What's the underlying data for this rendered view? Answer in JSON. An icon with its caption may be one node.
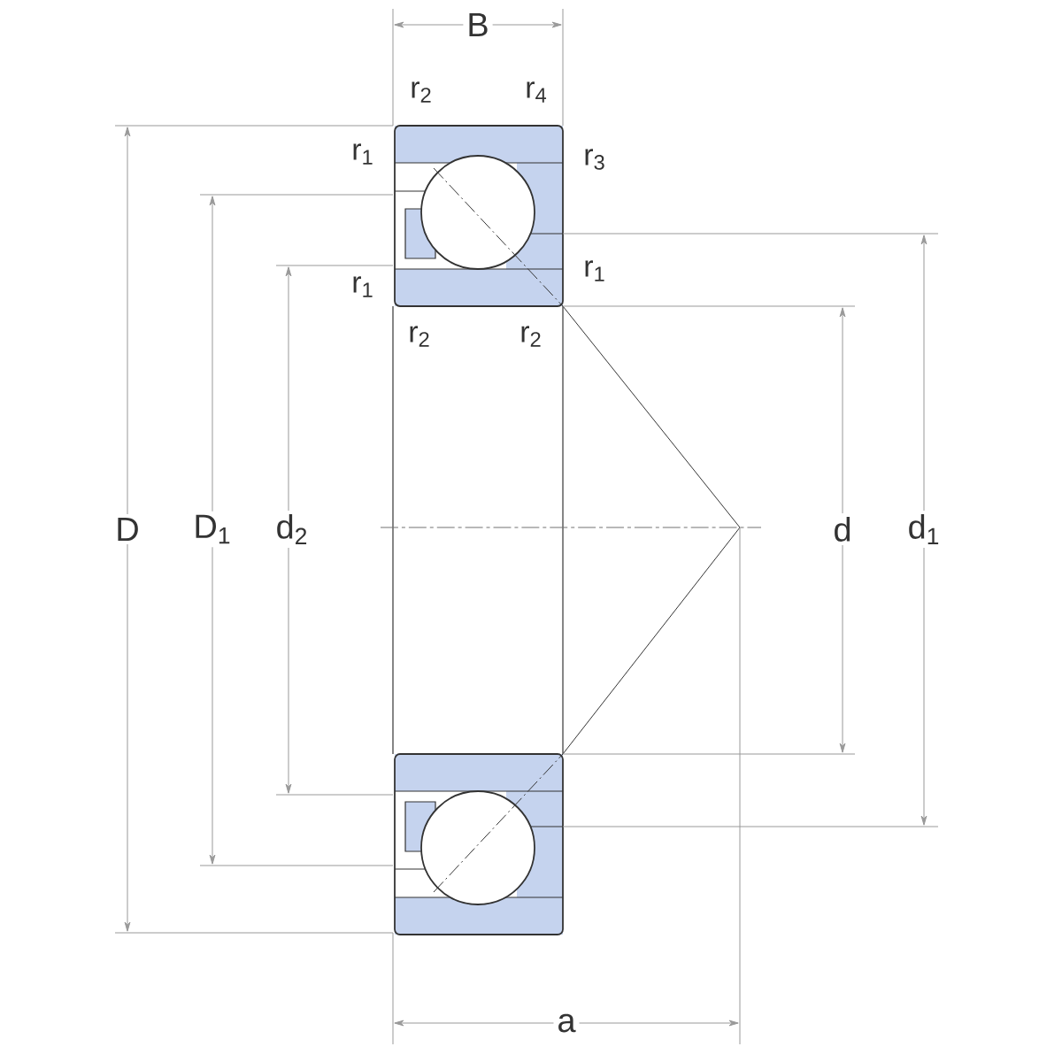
{
  "diagram": {
    "labels": [
      "B",
      "r$_{2}$",
      "r$_{4}$",
      "r$_{1}$",
      "r$_{3}$",
      "r$_{1}$",
      "r$_{1}$",
      "r$_{2}$",
      "r$_{2}$",
      "D",
      "D$_{1}$",
      "d$_{2}$",
      "d",
      "d$_{1}$",
      "a"
    ]
  }
}
